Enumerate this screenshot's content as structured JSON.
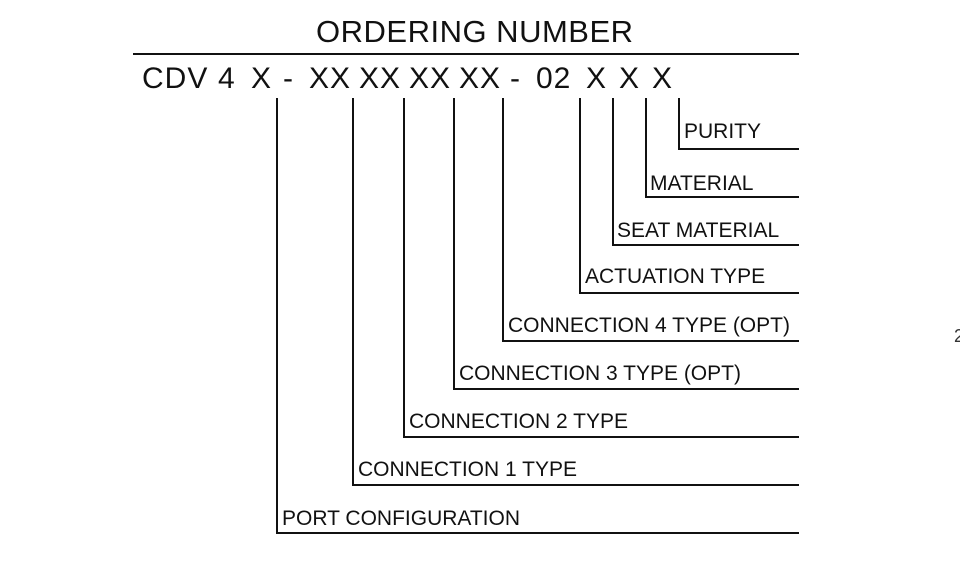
{
  "title": "ORDERING NUMBER",
  "code_segments": [
    "CDV",
    "4",
    "X",
    "-",
    "XX",
    "XX",
    "XX",
    "XX",
    "-",
    "02",
    "X",
    "X",
    "X"
  ],
  "fields": [
    {
      "label": "PURITY"
    },
    {
      "label": "MATERIAL"
    },
    {
      "label": "SEAT MATERIAL"
    },
    {
      "label": "ACTUATION TYPE"
    },
    {
      "label": "CONNECTION 4 TYPE (OPT)"
    },
    {
      "label": "CONNECTION 3 TYPE (OPT)"
    },
    {
      "label": "CONNECTION 2 TYPE"
    },
    {
      "label": "CONNECTION 1 TYPE"
    },
    {
      "label": "PORT CONFIGURATION"
    }
  ],
  "edge_mark": "2"
}
